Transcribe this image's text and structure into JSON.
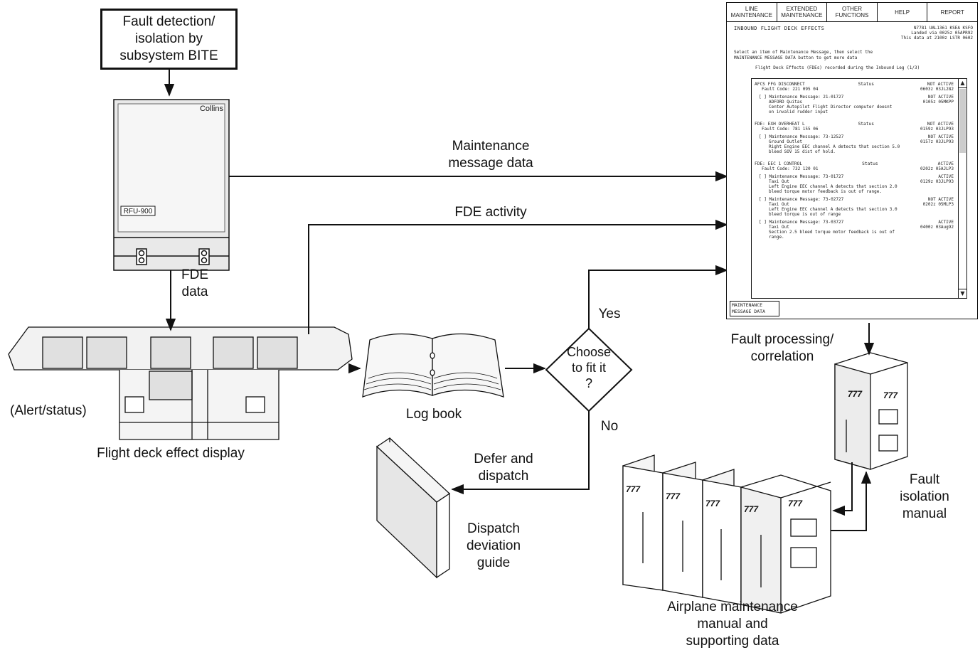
{
  "top_box": {
    "text": "Fault detection/\nisolation by\nsubsystem BITE"
  },
  "rfu": {
    "brand": "Collins",
    "model": "RFU-900"
  },
  "labels": {
    "fde_data": "FDE\ndata",
    "maintenance_message_data": "Maintenance\nmessage data",
    "fde_activity": "FDE activity",
    "alert_status": "(Alert/status)",
    "flight_deck_display": "Flight deck effect display",
    "log_book": "Log book",
    "decision": "Choose\nto fit it\n?",
    "yes": "Yes",
    "no": "No",
    "defer_dispatch": "Defer and\ndispatch",
    "dispatch_guide": "Dispatch\ndeviation\nguide",
    "fault_processing": "Fault processing/\ncorrelation",
    "fault_isolation_manual": "Fault\nisolation\nmanual",
    "airplane_maintenance": "Airplane maintenance\nmanual and\nsupporting data",
    "manual_logo": "777"
  },
  "screen": {
    "tabs": [
      "LINE\nMAINTENANCE",
      "EXTENDED\nMAINTENANCE",
      "OTHER\nFUNCTIONS",
      "HELP",
      "REPORT"
    ],
    "title": "INBOUND FLIGHT DECK EFFECTS",
    "header_right": "N7781 UAL1361 KSEA KSFO\nLanded via 0025z 05APR92\nThis data at 2100z LSTR 0602",
    "instruction": "Select an item of Maintenance Message, then select the\nMAINTENANCE MESSAGE DATA button to get more data",
    "subheading": "Flight Deck Effects (FDEs) recorded during the Inbound Leg   (1/3)",
    "entries": [
      {
        "title": "AFCS FFG DISCONNECT",
        "state": "Status",
        "status": "NOT ACTIVE",
        "code": "Fault Code: 221 095 04",
        "time": "0603z 03JL282",
        "messages": [
          {
            "id": "[ ] Maintenance Message: 21-01727",
            "status": "NOT ACTIVE",
            "sub": "ADFORD Quitas",
            "time": "0105z 05MKPP",
            "text": "Center Autopilot Flight Director computer doesnt\non invalid rudder input"
          }
        ]
      },
      {
        "title": "FDE: EXH OVERHEAT L",
        "state": "Status",
        "status": "NOT ACTIVE",
        "code": "Fault Code: 781 155 06",
        "time": "0159z 03JLP93",
        "messages": [
          {
            "id": "[ ] Maintenance Message: 73-12527",
            "status": "NOT ACTIVE",
            "sub": "Ground Outlet",
            "time": "0157z 03JLP93",
            "text": "Right Engine EEC channel A detects that section 5.0\nbleed SOV 15 dist of hold."
          }
        ]
      },
      {
        "title": "FDE: EEC 1 CONTROL",
        "state": "Status",
        "status": "ACTIVE",
        "code": "Fault Code: 732 120 01",
        "time": "0202z 05AJLP3",
        "messages": [
          {
            "id": "[ ] Maintenance Message: 73-01727",
            "status": "ACTIVE",
            "sub": "Taxi Out",
            "time": "0129z 03JLP93",
            "text": "Left Engine EEC channel A detects that section 2.0\nbleed torque motor feedback is out of range."
          },
          {
            "id": "[ ] Maintenance Message: 73-02727",
            "status": "NOT ACTIVE",
            "sub": "Taxi Out",
            "time": "0202z 05MLP3",
            "text": "Left Engine EEC channel A detects that section 3.0\nbleed torque is out of range"
          },
          {
            "id": "[ ] Maintenance Message: 73-03727",
            "status": "ACTIVE",
            "sub": "Taxi Out",
            "time": "0400z 03Aug92",
            "text": "Section 2.5 bleed torque motor feedback is out of\nrange."
          }
        ]
      }
    ],
    "button": "MAINTENANCE\nMESSAGE DATA"
  }
}
